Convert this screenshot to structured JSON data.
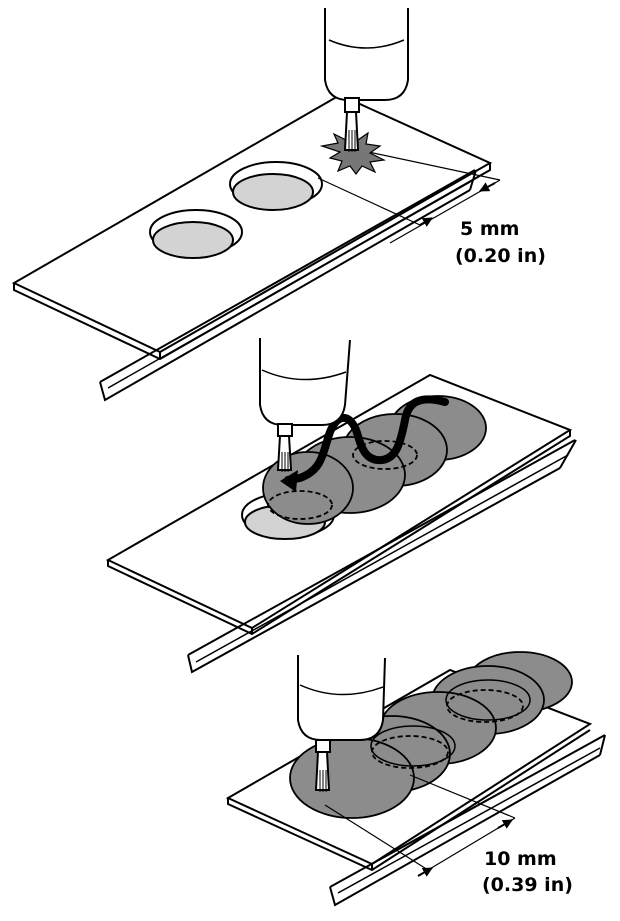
{
  "steps": [
    {
      "dimension": {
        "metric": "5 mm",
        "imperial": "(0.20 in)"
      }
    },
    {},
    {
      "dimension": {
        "metric": "10 mm",
        "imperial": "(0.39 in)"
      }
    }
  ],
  "colors": {
    "ink": "#000000",
    "panel": "#ffffff",
    "hole_fill": "#d3d3d3",
    "sealant": "#8c8c8c",
    "spark": "#777777"
  },
  "icons": [
    "sealant-gun-icon",
    "spark-icon",
    "direction-arrow-icon"
  ]
}
